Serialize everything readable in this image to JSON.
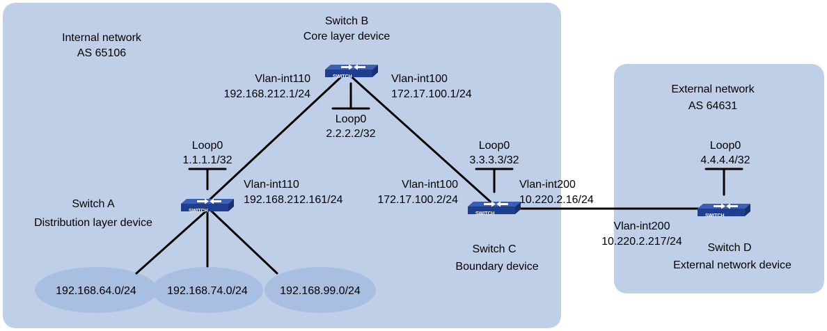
{
  "colors": {
    "zone_fill": "#c0cfe8",
    "subnet_fill": "#a9bfe2",
    "switch_top": "#3a5fb4",
    "switch_front": "#1f3f8e",
    "switch_side": "#17306e",
    "link": "#000000"
  },
  "zones": {
    "internal": {
      "title": "Internal network",
      "as": "AS 65106"
    },
    "external": {
      "title": "External network",
      "as": "AS 64631"
    }
  },
  "switch_badge": "SWITCH",
  "switches": {
    "a": {
      "name": "Switch A",
      "role": "Distribution layer device",
      "loop_name": "Loop0",
      "loop_ip": "1.1.1.1/32"
    },
    "b": {
      "name": "Switch B",
      "role": "Core layer device",
      "loop_name": "Loop0",
      "loop_ip": "2.2.2.2/32"
    },
    "c": {
      "name": "Switch C",
      "role": "Boundary device",
      "loop_name": "Loop0",
      "loop_ip": "3.3.3.3/32"
    },
    "d": {
      "name": "Switch D",
      "role": "External network device",
      "loop_name": "Loop0",
      "loop_ip": "4.4.4.4/32"
    }
  },
  "interfaces": {
    "b_to_a": {
      "name": "Vlan-int110",
      "ip": "192.168.212.1/24"
    },
    "a_to_b": {
      "name": "Vlan-int110",
      "ip": "192.168.212.161/24"
    },
    "b_to_c": {
      "name": "Vlan-int100",
      "ip": "172.17.100.1/24"
    },
    "c_to_b": {
      "name": "Vlan-int100",
      "ip": "172.17.100.2/24"
    },
    "c_to_d": {
      "name": "Vlan-int200",
      "ip": "10.220.2.16/24"
    },
    "d_to_c": {
      "name": "Vlan-int200",
      "ip": "10.220.2.217/24"
    }
  },
  "subnets": [
    "192.168.64.0/24",
    "192.168.74.0/24",
    "192.168.99.0/24"
  ]
}
